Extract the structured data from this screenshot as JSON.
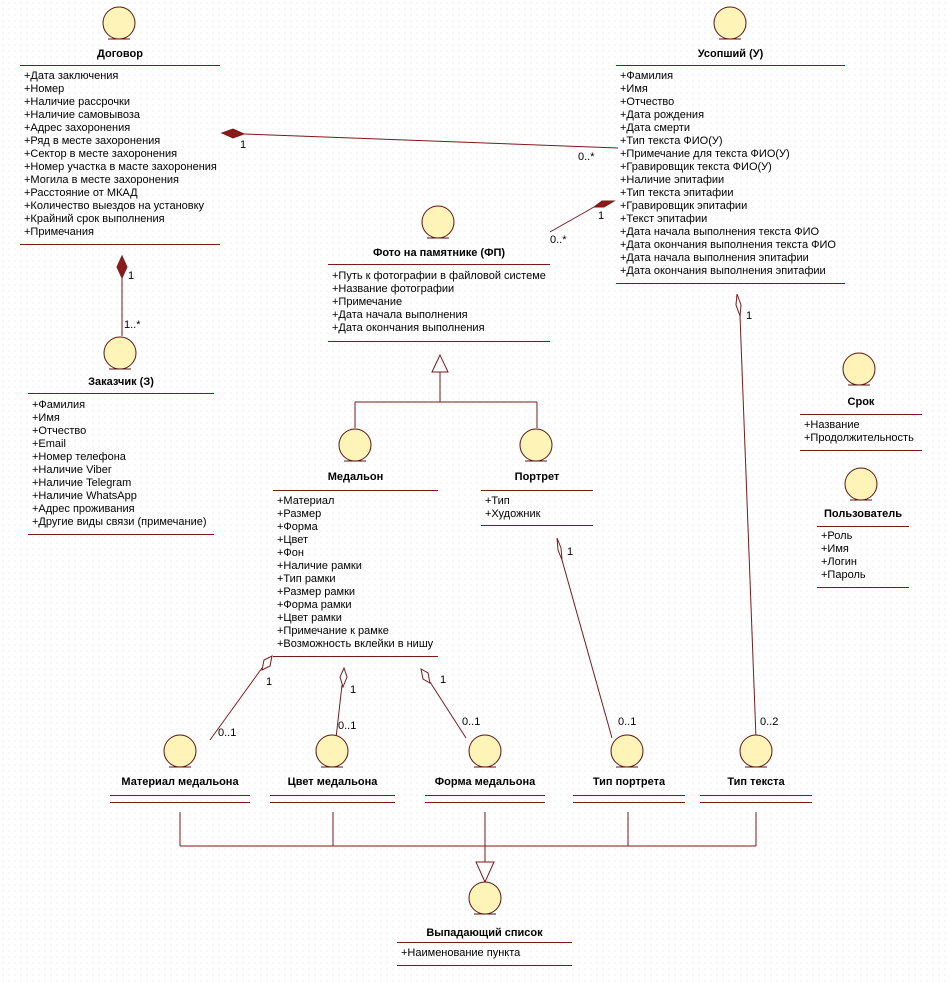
{
  "classes": {
    "dogovor": {
      "title": "Договор",
      "attrs": [
        "+Дата заключения",
        "+Номер",
        "+Наличие рассрочки",
        "+Наличие самовывоза",
        "+Адрес захоронения",
        "+Ряд в месте захоронения",
        "+Сектор в месте захоронения",
        "+Номер участка в масте захоронения",
        "+Могила в месте захоронения",
        "+Расстояние от МКАД",
        "+Количество выездов на установку",
        "+Крайний срок выполнения",
        "+Примечания"
      ]
    },
    "usopshiy": {
      "title": "Усопший (У)",
      "attrs": [
        "+Фамилия",
        "+Имя",
        "+Отчество",
        "+Дата рождения",
        "+Дата смерти",
        "+Тип текста ФИО(У)",
        "+Примечание для текста ФИО(У)",
        "+Гравировщик текста ФИО(У)",
        "+Наличие эпитафии",
        "+Тип текста эпитафии",
        "+Гравировщик эпитафии",
        "+Текст эпитафии",
        "+Дата начала выполнения текста ФИО",
        "+Дата окончания выполнения текста ФИО",
        "+Дата начала выполнения эпитафии",
        "+Дата окончания выполнения эпитафии"
      ]
    },
    "foto": {
      "title": "Фото на памятнике (ФП)",
      "attrs": [
        "+Путь к фотографии в файловой системе",
        "+Название фотографии",
        "+Примечание",
        "+Дата начала выполнения",
        "+Дата окончания выполнения"
      ]
    },
    "zakazchik": {
      "title": "Заказчик (З)",
      "attrs": [
        "+Фамилия",
        "+Имя",
        "+Отчество",
        "+Email",
        "+Номер телефона",
        "+Наличие Viber",
        "+Наличие Telegram",
        "+Наличие WhatsApp",
        "+Адрес проживания",
        "+Другие виды связи (примечание)"
      ]
    },
    "medalon": {
      "title": "Медальон",
      "attrs": [
        "+Материал",
        "+Размер",
        "+Форма",
        "+Цвет",
        "+Фон",
        "+Наличие рамки",
        "+Тип рамки",
        "+Размер рамки",
        "+Форма рамки",
        "+Цвет рамки",
        "+Примечание к рамке",
        "+Возможность вклейки в нишу"
      ]
    },
    "portret": {
      "title": "Портрет",
      "attrs": [
        "+Тип",
        "+Художник"
      ]
    },
    "srok": {
      "title": "Срок",
      "attrs": [
        "+Название",
        "+Продолжительность"
      ]
    },
    "polzovatel": {
      "title": "Пользователь",
      "attrs": [
        "+Роль",
        "+Имя",
        "+Логин",
        "+Пароль"
      ]
    },
    "material_med": {
      "title": "Материал медальона",
      "attrs": []
    },
    "cvet_med": {
      "title": "Цвет медальона",
      "attrs": []
    },
    "forma_med": {
      "title": "Форма медальона",
      "attrs": []
    },
    "tip_portreta": {
      "title": "Тип портрета",
      "attrs": []
    },
    "tip_teksta": {
      "title": "Тип текста",
      "attrs": []
    },
    "spisok": {
      "title": "Выпадающий список",
      "attrs": [
        "+Наименование  пункта"
      ]
    }
  },
  "multiplicities": {
    "dog_us_1": "1",
    "dog_us_0n": "0..*",
    "us_foto_1": "1",
    "us_foto_0n": "0..*",
    "dog_zak_1": "1",
    "dog_zak_1n": "1..*",
    "med_mat_1": "1",
    "med_mat_01": "0..1",
    "med_cvet_1": "1",
    "med_cvet_01": "0..1",
    "med_forma_1": "1",
    "med_forma_01": "0..1",
    "port_tip_1": "1",
    "port_tip_01": "0..1",
    "us_tiptxt_1": "1",
    "us_tiptxt_02": "0..2"
  },
  "colors": {
    "line": "#7a1a1a",
    "icon_fill": "#fff4b8",
    "icon_stroke": "#5a1414"
  }
}
